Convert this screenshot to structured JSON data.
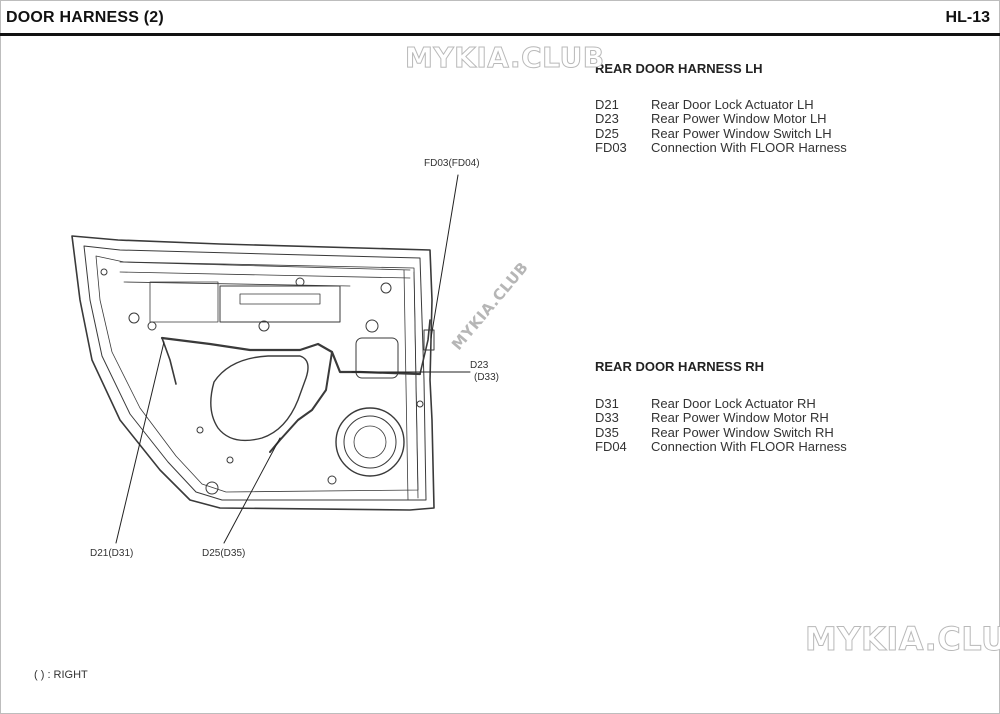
{
  "header": {
    "title": "DOOR HARNESS (2)",
    "page": "HL-13"
  },
  "diagram": {
    "callouts": {
      "fd": "FD03(FD04)",
      "d21": "D21(D31)",
      "d25": "D25(D35)",
      "d23_code": "D23",
      "d23_alt": "(D33)"
    }
  },
  "sections": {
    "lh": {
      "title": "REAR DOOR HARNESS LH",
      "items": [
        {
          "code": "D21",
          "desc": "Rear Door Lock Actuator LH"
        },
        {
          "code": "D23",
          "desc": "Rear Power Window Motor LH"
        },
        {
          "code": "D25",
          "desc": "Rear Power Window Switch LH"
        },
        {
          "code": "FD03",
          "desc": "Connection With FLOOR Harness"
        }
      ]
    },
    "rh": {
      "title": "REAR DOOR HARNESS RH",
      "items": [
        {
          "code": "D31",
          "desc": "Rear Door Lock Actuator RH"
        },
        {
          "code": "D33",
          "desc": "Rear Power Window Motor RH"
        },
        {
          "code": "D35",
          "desc": "Rear Power Window Switch RH"
        },
        {
          "code": "FD04",
          "desc": "Connection With FLOOR Harness"
        }
      ]
    }
  },
  "footer": {
    "note": "( ) : RIGHT"
  },
  "watermark": {
    "text": "MYKIA.CLUB"
  }
}
